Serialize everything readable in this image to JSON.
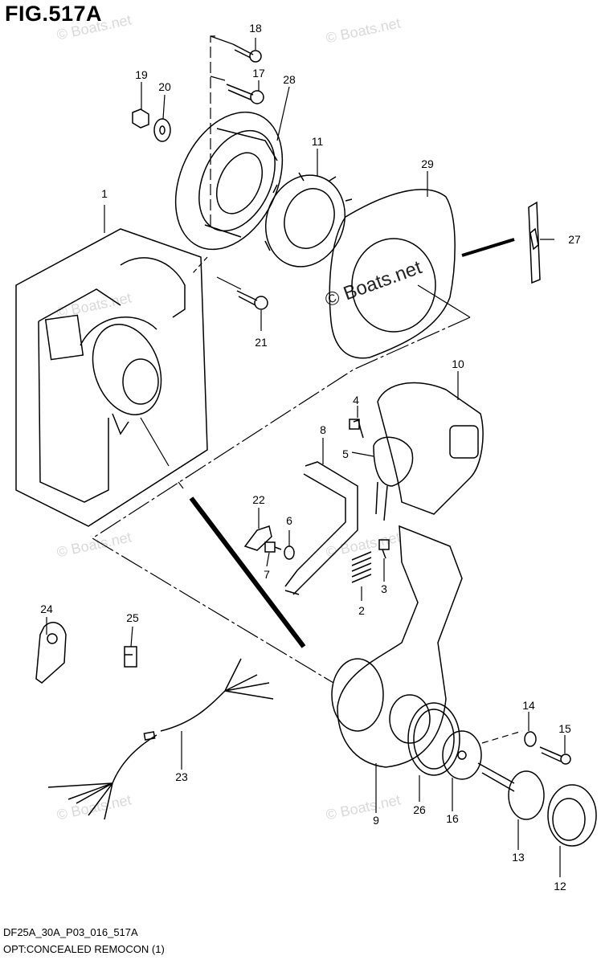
{
  "figure": {
    "title": "FIG.517A",
    "code": "DF25A_30A_P03_016_517A",
    "description": "OPT:CONCEALED REMOCON (1)"
  },
  "watermark": {
    "text": "© Boats.net",
    "center_text": "© Boats.net"
  },
  "callouts": [
    {
      "id": "1",
      "label": "1"
    },
    {
      "id": "2",
      "label": "2"
    },
    {
      "id": "3",
      "label": "3"
    },
    {
      "id": "4",
      "label": "4"
    },
    {
      "id": "5",
      "label": "5"
    },
    {
      "id": "6",
      "label": "6"
    },
    {
      "id": "7",
      "label": "7"
    },
    {
      "id": "8",
      "label": "8"
    },
    {
      "id": "9",
      "label": "9"
    },
    {
      "id": "10",
      "label": "10"
    },
    {
      "id": "11",
      "label": "11"
    },
    {
      "id": "12",
      "label": "12"
    },
    {
      "id": "13",
      "label": "13"
    },
    {
      "id": "14",
      "label": "14"
    },
    {
      "id": "15",
      "label": "15"
    },
    {
      "id": "16",
      "label": "16"
    },
    {
      "id": "17",
      "label": "17"
    },
    {
      "id": "18",
      "label": "18"
    },
    {
      "id": "19",
      "label": "19"
    },
    {
      "id": "20",
      "label": "20"
    },
    {
      "id": "21",
      "label": "21"
    },
    {
      "id": "22",
      "label": "22"
    },
    {
      "id": "23",
      "label": "23"
    },
    {
      "id": "24",
      "label": "24"
    },
    {
      "id": "25",
      "label": "25"
    },
    {
      "id": "26",
      "label": "26"
    },
    {
      "id": "27",
      "label": "27"
    },
    {
      "id": "28",
      "label": "28"
    },
    {
      "id": "29",
      "label": "29"
    }
  ]
}
